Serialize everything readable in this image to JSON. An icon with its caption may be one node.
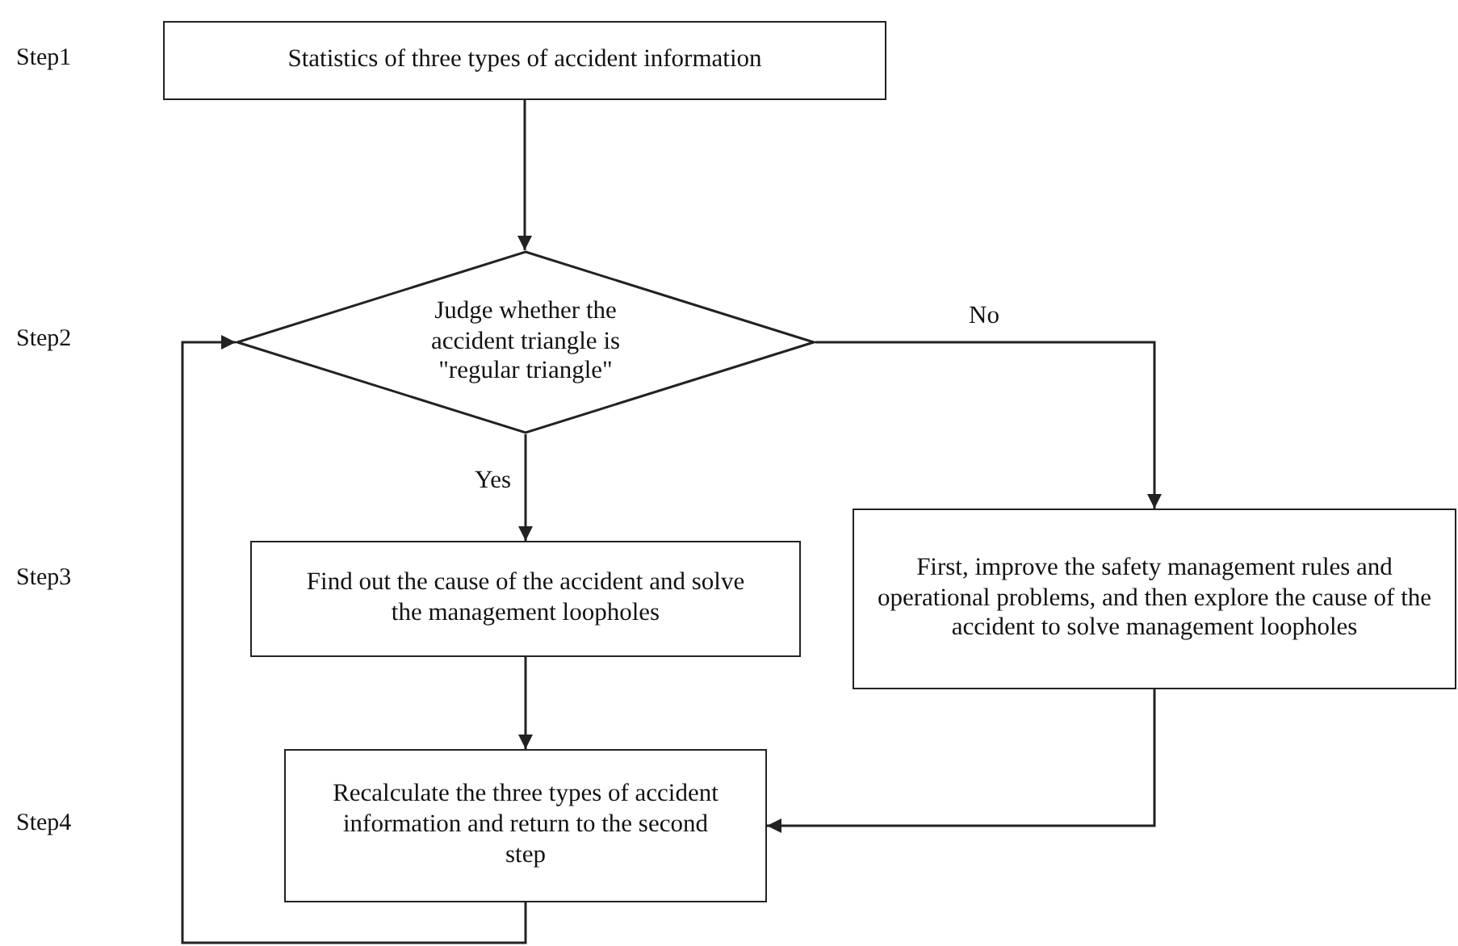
{
  "diagram": {
    "nodes": [
      {
        "text": [
          "Statistics of three types of accident information"
        ]
      },
      {
        "text": [
          "Judge whether the accident triangle is \"regular triangle\""
        ]
      },
      {
        "text": [
          "Find out the cause of the accident and solve the management loopholes"
        ]
      },
      {
        "text": [
          "First, improve the safety management rules and operational problems, and then explore the cause of the accident to solve management loopholes"
        ]
      },
      {
        "text": [
          "Recalculate the three types of accident information and return to the second step"
        ]
      }
    ],
    "edges": [
      {
        "from": 0,
        "to": 1,
        "arrow": "to"
      },
      {
        "from": 1,
        "to": 2,
        "arrow": "to",
        "label": "Yes"
      },
      {
        "from": 1,
        "to": 3,
        "arrow": "to",
        "label": "No"
      },
      {
        "from": 2,
        "to": 4,
        "arrow": "to"
      },
      {
        "from": 3,
        "to": 4,
        "arrow": "to"
      },
      {
        "from": 4,
        "to": 1,
        "arrow": "to"
      }
    ],
    "labels": [
      "Step1",
      "Step2",
      "Step3",
      "Step4"
    ]
  }
}
